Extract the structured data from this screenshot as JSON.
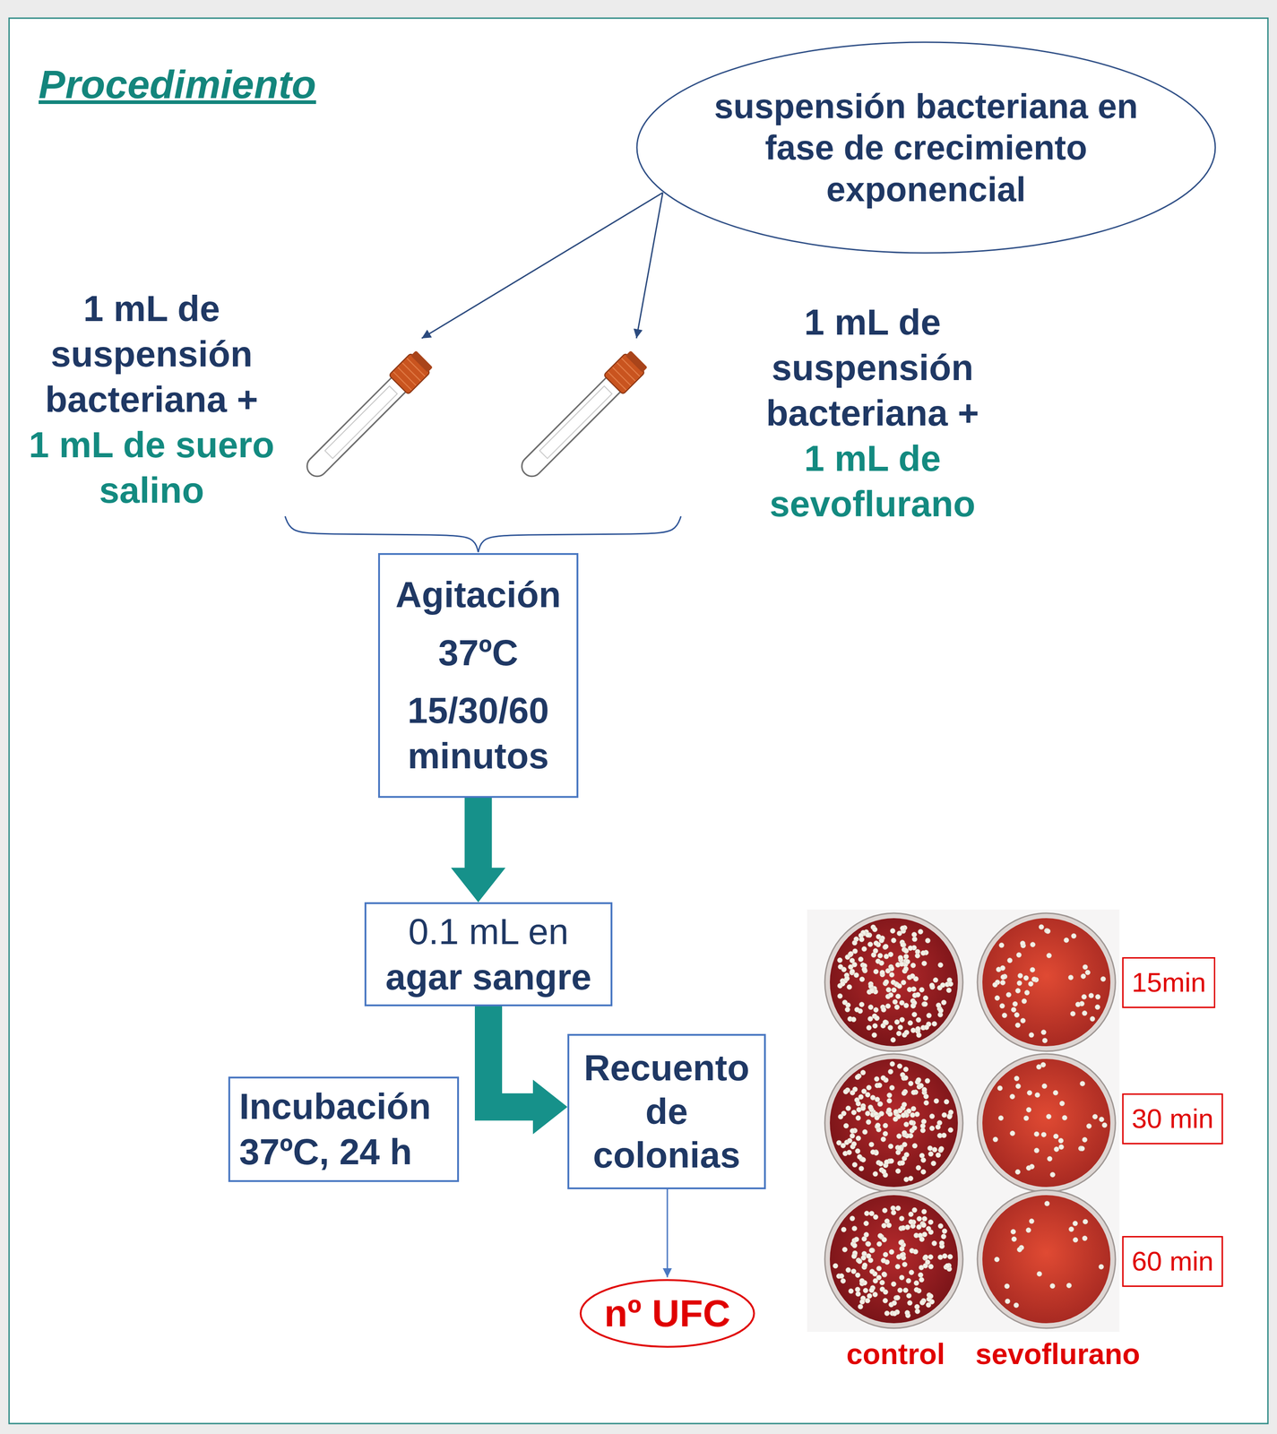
{
  "diagram": {
    "title": "Procedimiento",
    "nodes": [
      {
        "text": [
          "suspensión bacteriana en fase de crecimiento exponencial"
        ]
      },
      {
        "text": [
          "1 mL de suspensión bacteriana +",
          "1 mL de suero salino"
        ]
      },
      {
        "text": [
          "1 mL de suspensión bacteriana +",
          "1 mL de sevoflurano"
        ]
      },
      {
        "text": [
          "Agitación",
          "37ºC",
          "15/30/60 minutos"
        ]
      },
      {
        "text": [
          "0.1 mL en",
          "agar sangre"
        ]
      },
      {
        "text": [
          "Incubación 37ºC, 24 h"
        ]
      },
      {
        "text": [
          "Recuento de colonias"
        ]
      },
      {
        "text": [
          "15min"
        ]
      },
      {
        "text": [
          "30 min"
        ]
      },
      {
        "text": [
          "60 min"
        ]
      },
      {
        "text": [
          "nº UFC"
        ]
      }
    ],
    "edges": [
      {
        "from": 0,
        "to": 1,
        "arrow": "to"
      },
      {
        "from": 0,
        "to": 2,
        "arrow": "to"
      },
      {
        "from": 1,
        "to": 3,
        "arrow": "none"
      },
      {
        "from": 2,
        "to": 3,
        "arrow": "none"
      },
      {
        "from": 3,
        "to": 4,
        "arrow": "to"
      },
      {
        "from": 4,
        "to": 6,
        "arrow": "to"
      },
      {
        "from": 6,
        "to": 10,
        "arrow": "to"
      }
    ],
    "labels": [
      "control",
      "sevoflurano"
    ]
  }
}
